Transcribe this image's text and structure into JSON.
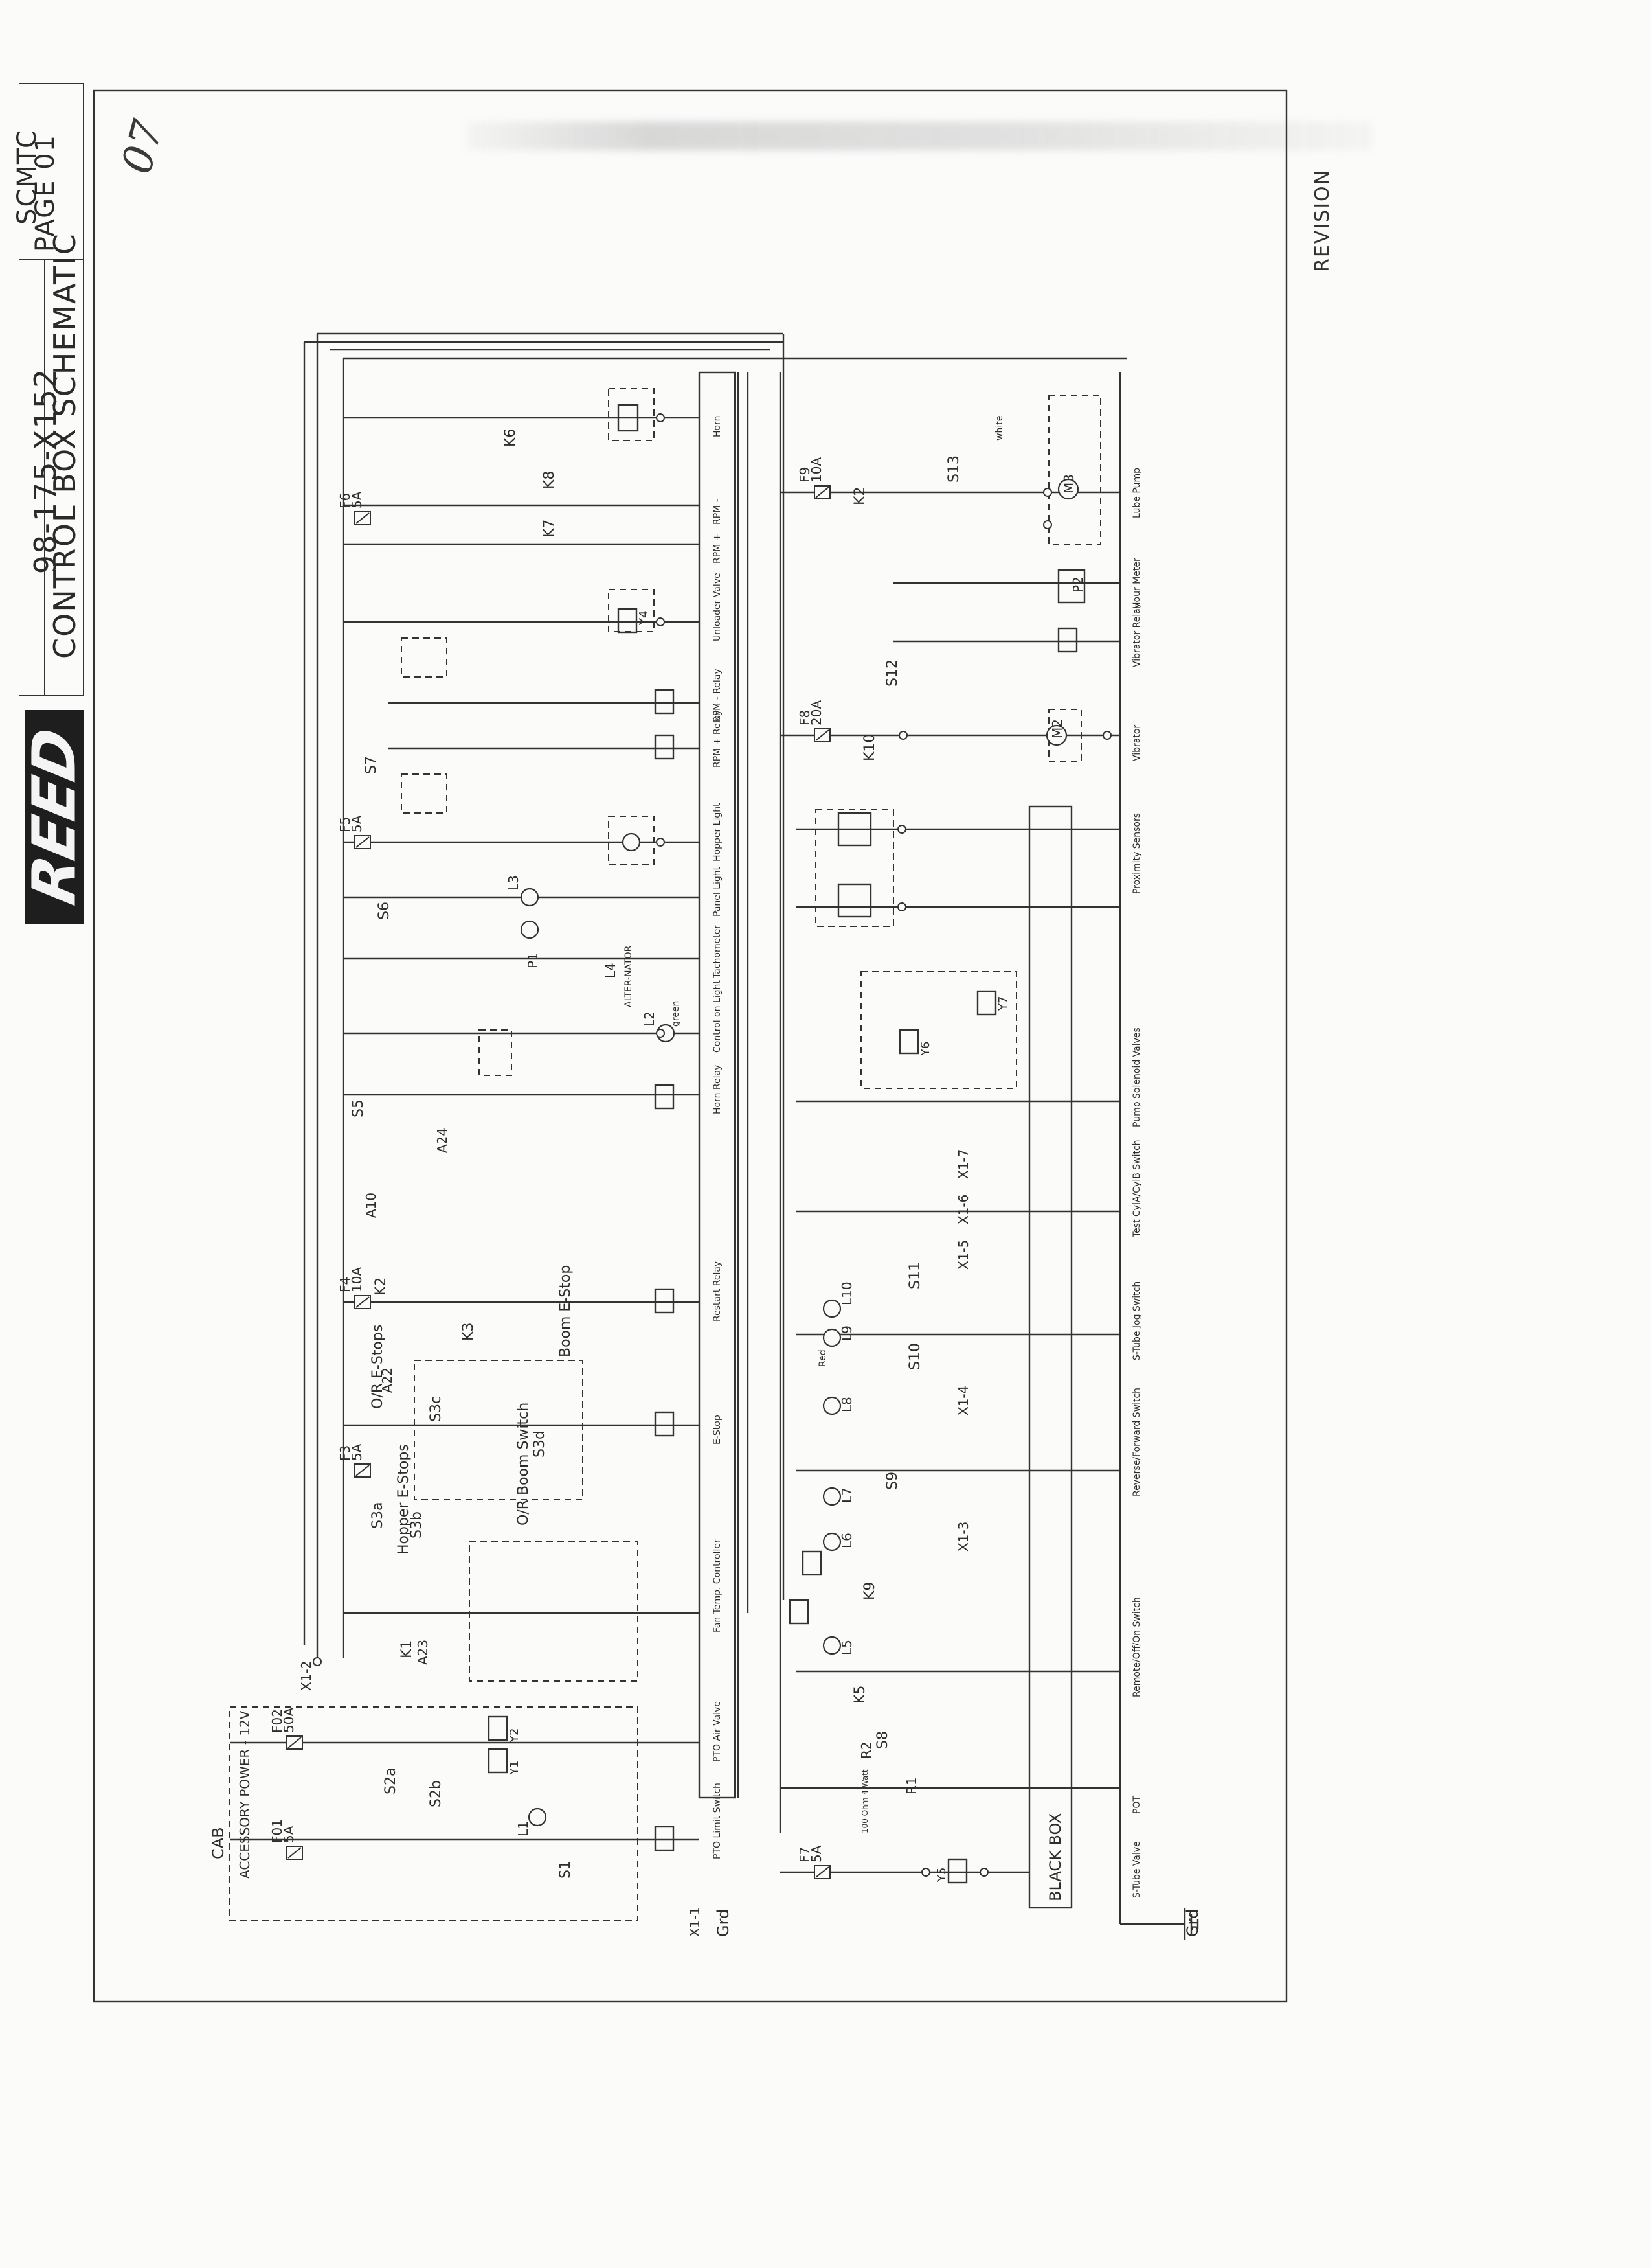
{
  "title_block": {
    "drawing_number": "98-175-X152",
    "sheet_title": "CONTROL BOX SCHEMATIC",
    "schematic_code": "SCMTC",
    "page_label": "PAGE 01",
    "logo": "REED",
    "handwritten_mark": "07"
  },
  "revision_label": "REVISION",
  "columns": [
    {
      "id": "horn",
      "label": "Horn"
    },
    {
      "id": "rpm-minus",
      "label": "RPM -"
    },
    {
      "id": "rpm-plus",
      "label": "RPM +"
    },
    {
      "id": "unloader-valve",
      "label": "Unloader Valve"
    },
    {
      "id": "rpm-minus-relay",
      "label": "RPM - Relay"
    },
    {
      "id": "rpm-plus-relay",
      "label": "RPM + Relay"
    },
    {
      "id": "hopper-light",
      "label": "Hopper Light"
    },
    {
      "id": "panel-light",
      "label": "Panel Light"
    },
    {
      "id": "tachometer",
      "label": "Tachometer"
    },
    {
      "id": "control-on-light",
      "label": "Control on Light"
    },
    {
      "id": "horn-relay",
      "label": "Horn Relay"
    },
    {
      "id": "restart-relay",
      "label": "Restart Relay"
    },
    {
      "id": "e-stop",
      "label": "E-Stop"
    },
    {
      "id": "fan-temp-controller",
      "label": "Fan Temp. Controller"
    },
    {
      "id": "pto-air-valve",
      "label": "PTO Air Valve"
    },
    {
      "id": "pto-limit-switch",
      "label": "PTO Limit Switch"
    }
  ],
  "lower_columns": [
    {
      "id": "lube-pump",
      "label": "Lube Pump"
    },
    {
      "id": "hour-meter",
      "label": "Hour Meter"
    },
    {
      "id": "vibrator-relay",
      "label": "Vibrator Relay"
    },
    {
      "id": "vibrator",
      "label": "Vibrator"
    },
    {
      "id": "proximity-sensors",
      "label": "Proximity Sensors"
    },
    {
      "id": "pump-solenoid-valves",
      "label": "Pump Solenoid Valves"
    },
    {
      "id": "test-cyl-switch",
      "label": "Test CylA/CylB Switch"
    },
    {
      "id": "s-tube-jog-switch",
      "label": "S-Tube Jog Switch"
    },
    {
      "id": "reverse-forward-switch",
      "label": "Reverse/Forward Switch"
    },
    {
      "id": "remote-off-on-switch",
      "label": "Remote/Off/On Switch"
    },
    {
      "id": "pot",
      "label": "POT"
    },
    {
      "id": "s-tube-valve",
      "label": "S-Tube Valve"
    }
  ],
  "fuses": [
    {
      "id": "F6",
      "label": "F6",
      "rating": "5A"
    },
    {
      "id": "F5",
      "label": "F5",
      "rating": "5A"
    },
    {
      "id": "F4",
      "label": "F4",
      "rating": "10A"
    },
    {
      "id": "F3",
      "label": "F3",
      "rating": "5A"
    },
    {
      "id": "F9",
      "label": "F9",
      "rating": "10A"
    },
    {
      "id": "F8",
      "label": "F8",
      "rating": "20A"
    },
    {
      "id": "F7",
      "label": "F7",
      "rating": "5A"
    },
    {
      "id": "F01",
      "label": "F01",
      "rating": "5A"
    },
    {
      "id": "F02",
      "label": "F02",
      "rating": "50A"
    }
  ],
  "relays": [
    "K6",
    "K8",
    "K7",
    "K3",
    "K2",
    "K1",
    "K9",
    "K5",
    "K10",
    "K2"
  ],
  "solenoids": [
    "Y4",
    "Y5",
    "Y6",
    "Y7",
    "Y1",
    "Y2"
  ],
  "switches": [
    "S7",
    "S6",
    "S5",
    "S3a",
    "S3b",
    "S3c",
    "S3d",
    "S13",
    "S12",
    "S11",
    "S10",
    "S9",
    "S8",
    "S1",
    "S2a",
    "S2b"
  ],
  "lamps": [
    "L4",
    "L3",
    "L2",
    "L10",
    "L9",
    "L8",
    "L7",
    "L6",
    "L5",
    "L1"
  ],
  "misc_labels": {
    "cab": "CAB",
    "accessory_power": "ACCESSORY POWER - 12V",
    "black_box": "BLACK BOX",
    "hopper_estops": "Hopper E-Stops",
    "or_estops": "O/R E-Stops",
    "boom_estop": "Boom E-Stop",
    "or_boom_switch": "O/R Boom Switch",
    "alternator": "ALTER-NATOR",
    "grd": "Grd",
    "x1_1": "X1-1",
    "x1_2": "X1-2",
    "x1_3": "X1-3",
    "x1_4": "X1-4",
    "x1_5": "X1-5",
    "x1_6": "X1-6",
    "x1_7": "X1-7",
    "a10": "A10",
    "a24": "A24",
    "a23": "A23",
    "a22": "A22",
    "p1": "P1",
    "p2": "P2",
    "r1": "R1",
    "r2": "R2",
    "m2": "M2",
    "m3": "M3",
    "white": "white",
    "green": "green",
    "red": "Red",
    "pot_value": "100 Ohm 4 Watt"
  }
}
